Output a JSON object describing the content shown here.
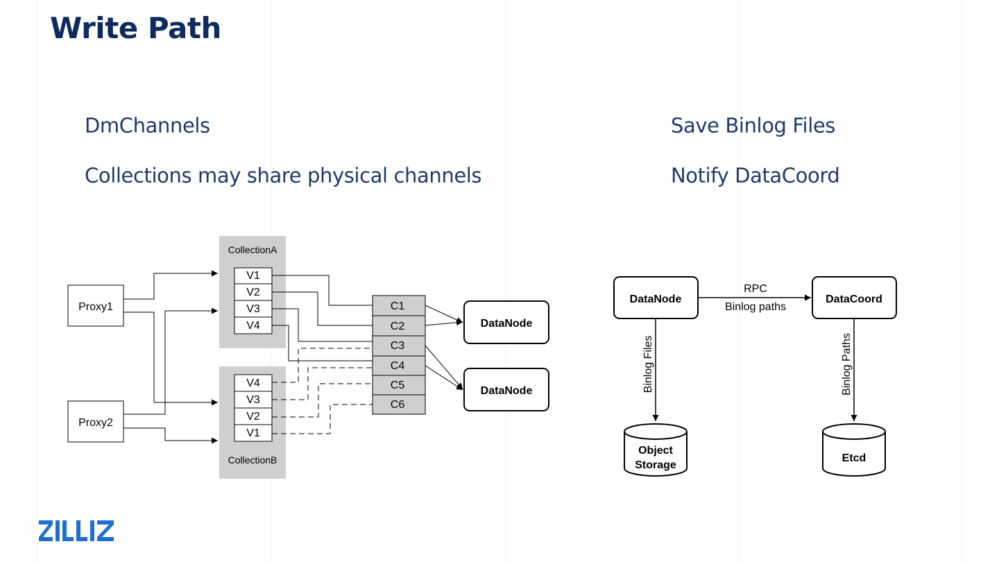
{
  "slide": {
    "title": "Write Path",
    "left_bullets": [
      "DmChannels",
      "Collections may share physical channels"
    ],
    "right_bullets": [
      "Save Binlog Files",
      "Notify DataCoord"
    ]
  },
  "left_diagram": {
    "proxies": [
      "Proxy1",
      "Proxy2"
    ],
    "collection_a": {
      "label": "CollectionA",
      "vchannels": [
        "V1",
        "V2",
        "V3",
        "V4"
      ]
    },
    "collection_b": {
      "label": "CollectionB",
      "vchannels": [
        "V4",
        "V3",
        "V2",
        "V1"
      ]
    },
    "physical_channels": [
      "C1",
      "C2",
      "C3",
      "C4",
      "C5",
      "C6"
    ],
    "datanodes": [
      "DataNode",
      "DataNode"
    ]
  },
  "right_diagram": {
    "datanode": "DataNode",
    "datacoord": "DataCoord",
    "rpc_label_1": "RPC",
    "rpc_label_2": "Binlog paths",
    "binlog_files_label": "Binlog Files",
    "binlog_paths_label": "Binlog Paths",
    "object_storage_1": "Object",
    "object_storage_2": "Storage",
    "etcd": "Etcd"
  },
  "brand": {
    "logo_text": "ZILLIZ",
    "color": "#1f6fd1"
  }
}
